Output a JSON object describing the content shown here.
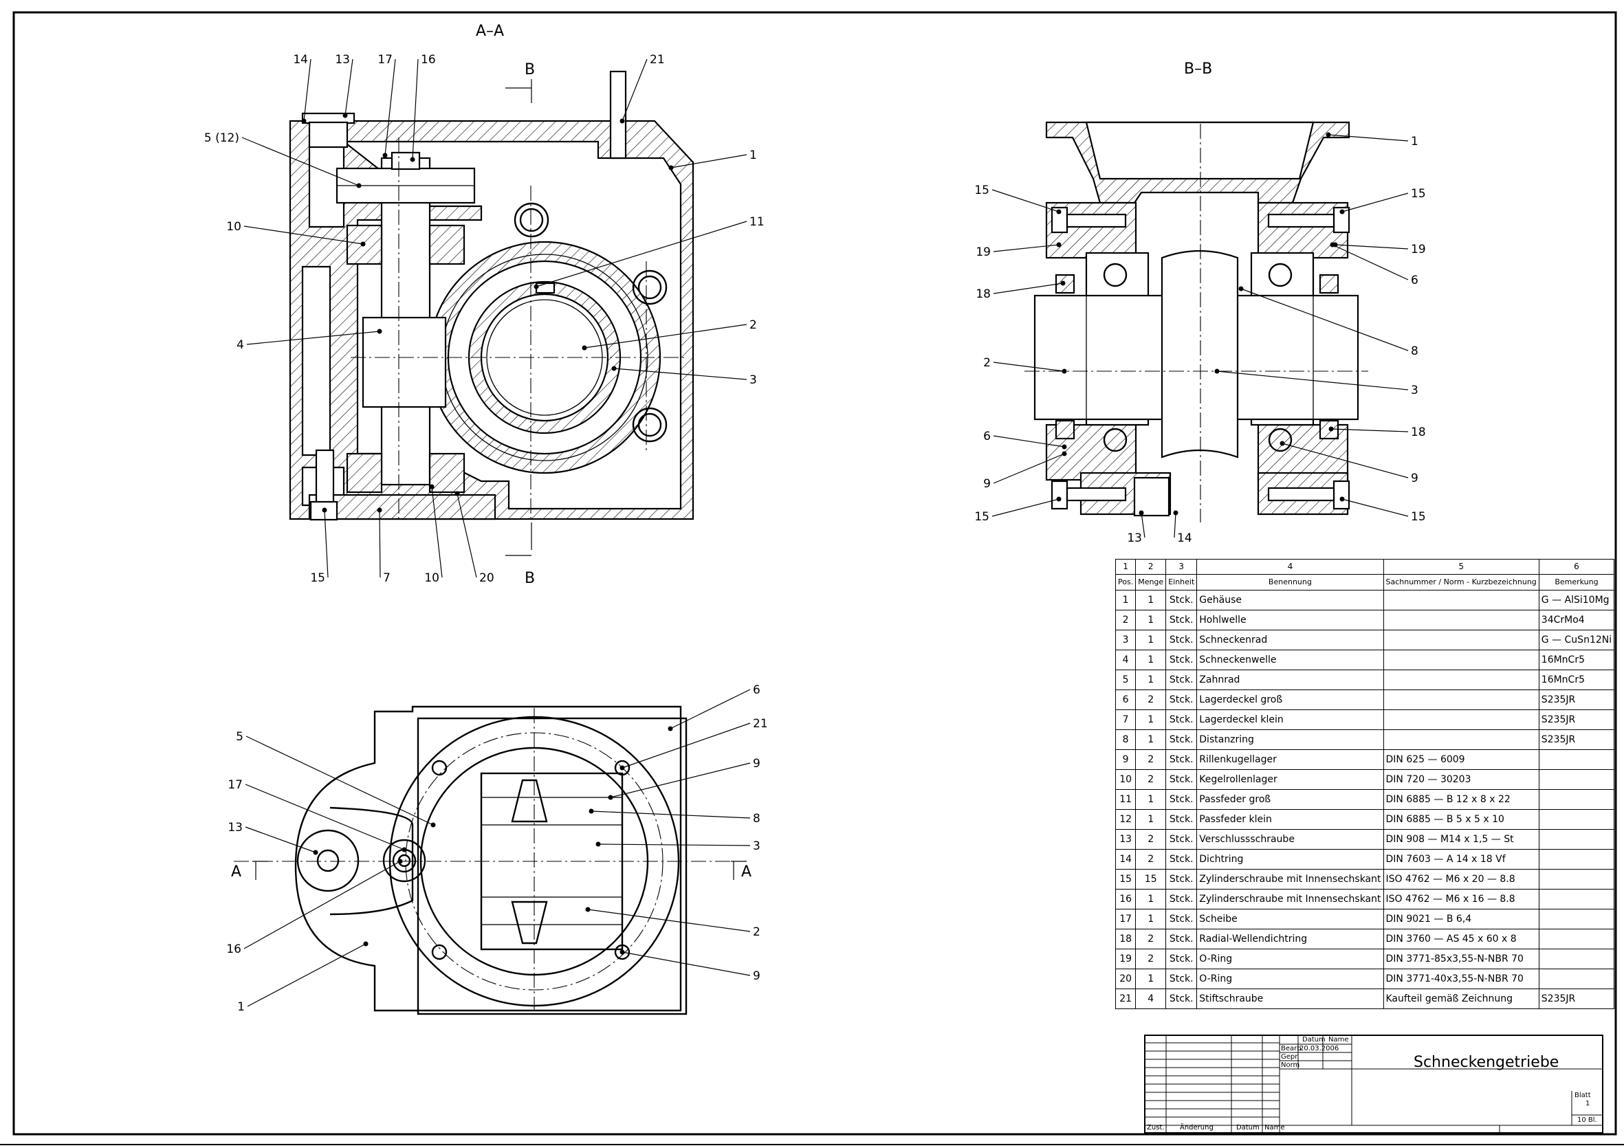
{
  "views": {
    "section_aa_title": "A–A",
    "section_bb_title": "B–B",
    "cut_b_top": "B",
    "cut_b_bottom": "B",
    "cut_a_left": "A",
    "cut_a_right": "A"
  },
  "callouts_aa": [
    "14",
    "13",
    "17",
    "16",
    "21",
    "5 (12)",
    "1",
    "10",
    "11",
    "4",
    "2",
    "3",
    "15",
    "7",
    "10",
    "20"
  ],
  "callouts_bb": [
    "1",
    "15",
    "15",
    "19",
    "19",
    "6",
    "18",
    "8",
    "2",
    "3",
    "6",
    "18",
    "9",
    "9",
    "15",
    "15",
    "13",
    "14"
  ],
  "callouts_plan": [
    "6",
    "5",
    "21",
    "9",
    "17",
    "8",
    "13",
    "3",
    "16",
    "2",
    "1",
    "9"
  ],
  "bom": {
    "col_numbers": [
      "1",
      "2",
      "3",
      "4",
      "5",
      "6"
    ],
    "headers": [
      "Pos.",
      "Menge",
      "Einheit",
      "Benennung",
      "Sachnummer / Norm - Kurzbezeichnung",
      "Bemerkung"
    ],
    "rows": [
      [
        "1",
        "1",
        "Stck.",
        "Gehäuse",
        "",
        "G — AlSi10Mg"
      ],
      [
        "2",
        "1",
        "Stck.",
        "Hohlwelle",
        "",
        "34CrMo4"
      ],
      [
        "3",
        "1",
        "Stck.",
        "Schneckenrad",
        "",
        "G — CuSn12Ni"
      ],
      [
        "4",
        "1",
        "Stck.",
        "Schneckenwelle",
        "",
        "16MnCr5"
      ],
      [
        "5",
        "1",
        "Stck.",
        "Zahnrad",
        "",
        "16MnCr5"
      ],
      [
        "6",
        "2",
        "Stck.",
        "Lagerdeckel groß",
        "",
        "S235JR"
      ],
      [
        "7",
        "1",
        "Stck.",
        "Lagerdeckel klein",
        "",
        "S235JR"
      ],
      [
        "8",
        "1",
        "Stck.",
        "Distanzring",
        "",
        "S235JR"
      ],
      [
        "9",
        "2",
        "Stck.",
        "Rillenkugellager",
        "DIN 625 — 6009",
        ""
      ],
      [
        "10",
        "2",
        "Stck.",
        "Kegelrollenlager",
        "DIN 720 — 30203",
        ""
      ],
      [
        "11",
        "1",
        "Stck.",
        "Passfeder groß",
        "DIN 6885 — B 12 x 8 x 22",
        ""
      ],
      [
        "12",
        "1",
        "Stck.",
        "Passfeder klein",
        "DIN 6885 — B 5 x 5 x 10",
        ""
      ],
      [
        "13",
        "2",
        "Stck.",
        "Verschlussschraube",
        "DIN 908 — M14 x 1,5 — St",
        ""
      ],
      [
        "14",
        "2",
        "Stck.",
        "Dichtring",
        "DIN 7603 — A 14 x 18 Vf",
        ""
      ],
      [
        "15",
        "15",
        "Stck.",
        "Zylinderschraube mit Innensechskant",
        "ISO 4762 — M6 x 20 — 8.8",
        ""
      ],
      [
        "16",
        "1",
        "Stck.",
        "Zylinderschraube mit Innensechskant",
        "ISO 4762 — M6 x 16 — 8.8",
        ""
      ],
      [
        "17",
        "1",
        "Stck.",
        "Scheibe",
        "DIN 9021 — B 6,4",
        ""
      ],
      [
        "18",
        "2",
        "Stck.",
        "Radial-Wellendichtring",
        "DIN 3760 — AS 45 x 60 x 8",
        ""
      ],
      [
        "19",
        "2",
        "Stck.",
        "O-Ring",
        "DIN 3771-85x3,55-N-NBR 70",
        ""
      ],
      [
        "20",
        "1",
        "Stck.",
        "O-Ring",
        "DIN 3771-40x3,55-N-NBR 70",
        ""
      ],
      [
        "21",
        "4",
        "Stck.",
        "Stiftschraube",
        "Kaufteil gemäß Zeichnung",
        "S235JR"
      ]
    ]
  },
  "title_block": {
    "title": "Schneckengetriebe",
    "datum_label": "Datum",
    "name_label": "Name",
    "bearb_label": "Bearb.",
    "bearb_date": "20.03.2006",
    "gepr_label": "Gepr.",
    "norm_label": "Norm",
    "blatt_label": "Blatt",
    "blatt_value": "1",
    "sheets": "10 Bl.",
    "zust_label": "Zust.",
    "aenderung_label": "Änderung",
    "datum2_label": "Datum",
    "name2_label": "Name"
  }
}
